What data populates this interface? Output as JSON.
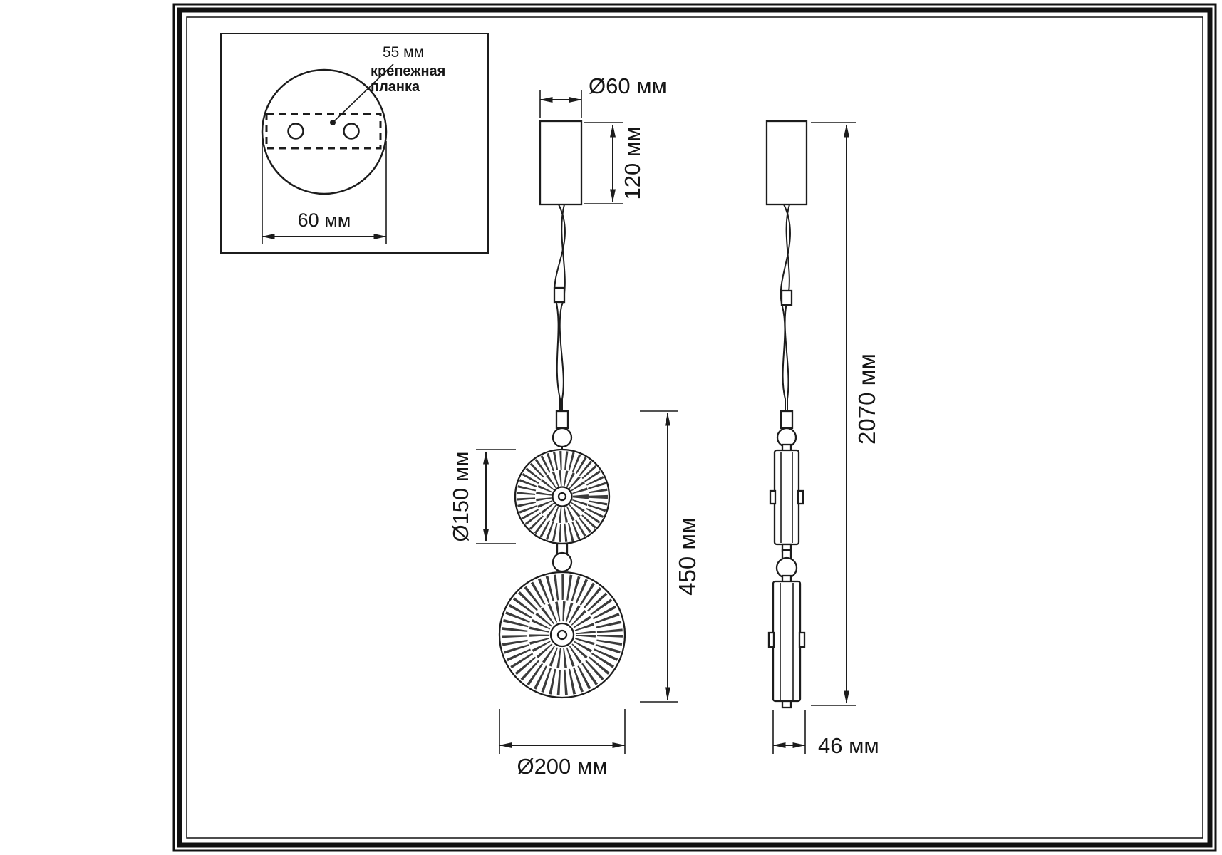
{
  "inset": {
    "dim_55": "55 мм",
    "plate_line1": "крепежная",
    "plate_line2": "планка",
    "dim_60": "60 мм"
  },
  "front_view": {
    "dim_d60": "Ø60 мм",
    "dim_120": "120 мм",
    "dim_d150": "Ø150 мм",
    "dim_450": "450 мм",
    "dim_d200": "Ø200 мм"
  },
  "side_view": {
    "dim_2070": "2070 мм",
    "dim_46": "46 мм"
  },
  "colors": {
    "line": "#1c1c1c",
    "background": "#ffffff",
    "spokes": "#3b3b3b"
  }
}
